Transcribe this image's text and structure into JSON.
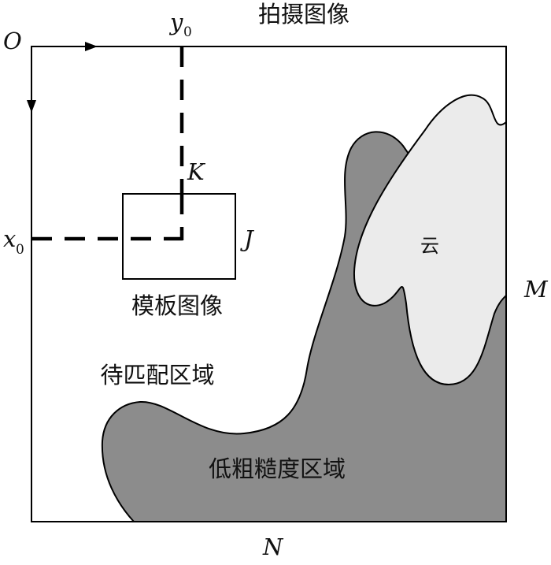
{
  "title": "拍摄图像",
  "labels": {
    "origin": "O",
    "y_axis": "y",
    "y_axis_sub": "0",
    "x_axis": "x",
    "x_axis_sub": "0",
    "k": "K",
    "j": "J",
    "m": "M",
    "n": "N",
    "template": "模板图像",
    "matching_area": "待匹配区域",
    "low_roughness_area": "低粗糙度区域",
    "cloud": "云"
  },
  "colors": {
    "frame": "#000000",
    "low_roughness_fill": "#8c8c8c",
    "cloud_fill": "#ebebeb",
    "background": "#ffffff"
  }
}
